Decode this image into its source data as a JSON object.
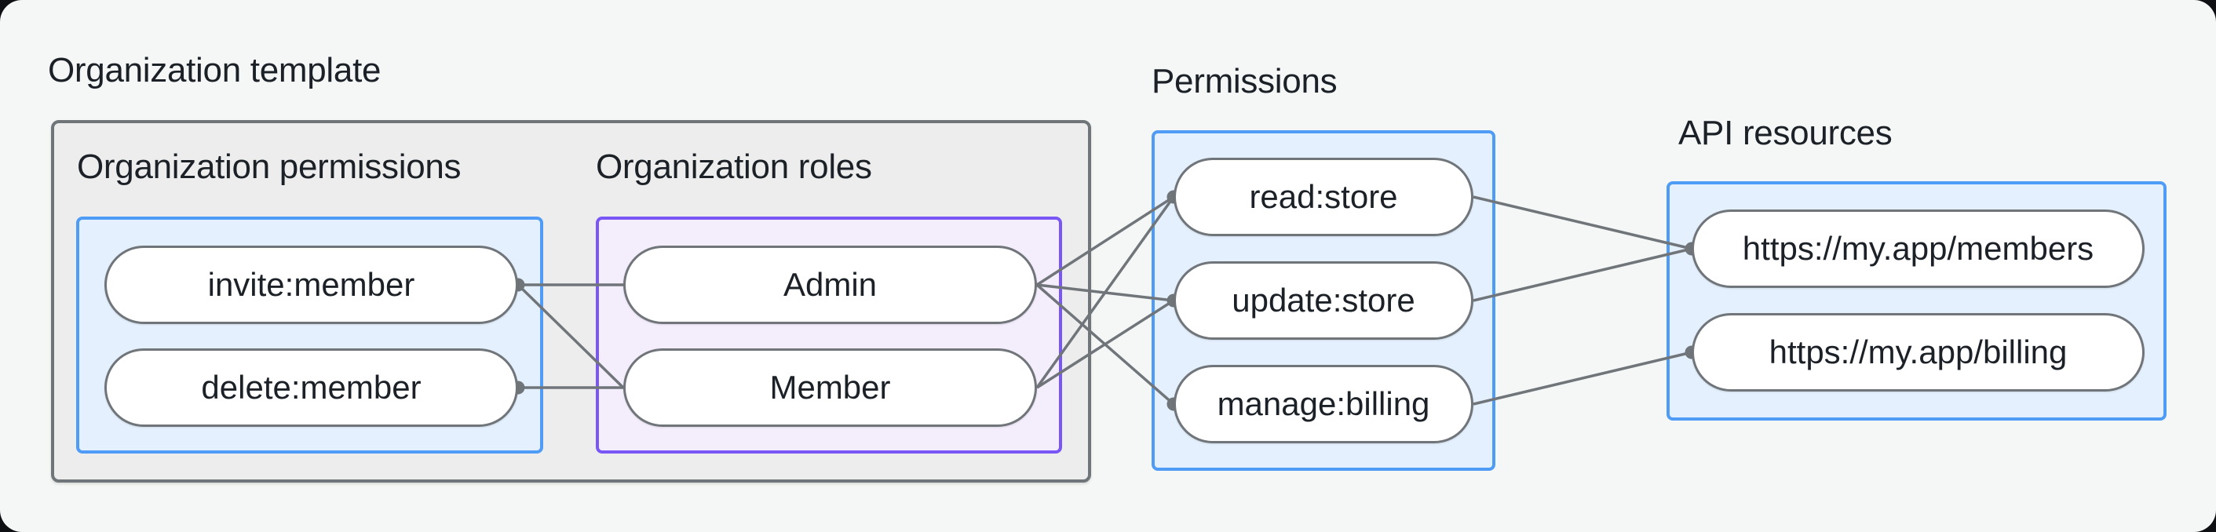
{
  "labels": {
    "organization_template": "Organization template",
    "organization_permissions": "Organization permissions",
    "organization_roles": "Organization roles",
    "permissions": "Permissions",
    "api_resources": "API resources"
  },
  "nodes": {
    "invite": "invite:member",
    "delete": "delete:member",
    "admin": "Admin",
    "member": "Member",
    "read": "read:store",
    "update": "update:store",
    "manage": "manage:billing",
    "members": "https://my.app/members",
    "billing": "https://my.app/billing"
  },
  "edges": [
    {
      "from": "invite",
      "to": "admin"
    },
    {
      "from": "invite",
      "to": "member"
    },
    {
      "from": "delete",
      "to": "member"
    },
    {
      "from": "admin",
      "to": "read"
    },
    {
      "from": "admin",
      "to": "update"
    },
    {
      "from": "admin",
      "to": "manage"
    },
    {
      "from": "member",
      "to": "read"
    },
    {
      "from": "member",
      "to": "update"
    },
    {
      "from": "read",
      "to": "members"
    },
    {
      "from": "update",
      "to": "members"
    },
    {
      "from": "manage",
      "to": "billing"
    }
  ],
  "connection_dots": [
    {
      "node": "invite",
      "side": "right"
    },
    {
      "node": "delete",
      "side": "right"
    },
    {
      "node": "read",
      "side": "left"
    },
    {
      "node": "update",
      "side": "left"
    },
    {
      "node": "manage",
      "side": "left"
    },
    {
      "node": "members",
      "side": "left"
    },
    {
      "node": "billing",
      "side": "left"
    }
  ],
  "colors": {
    "page_bg": "#0e1013",
    "canvas_bg": "#f5f7f6",
    "box_gray_fill": "#ecedec",
    "stroke_gray": "#70757a",
    "blue_border": "#4f9cf6",
    "blue_fill": "#e4f0fd",
    "purple_border": "#7857f6",
    "purple_fill": "#f4edfc",
    "node_fill": "#ffffff",
    "text": "#1b2127"
  }
}
